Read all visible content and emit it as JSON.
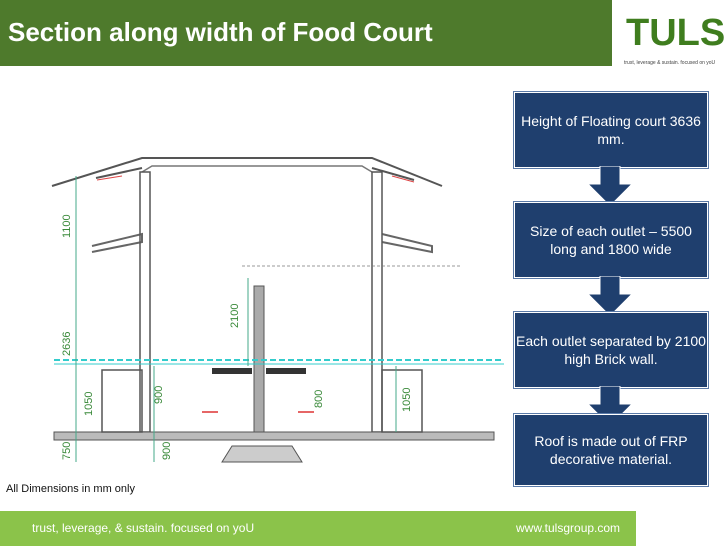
{
  "header": {
    "title": "Section along width of Food Court"
  },
  "logo": {
    "text": "TULS",
    "tagline": "trust, leverage & sustain. focused on yoU"
  },
  "drawing": {
    "dimensions": [
      "1100",
      "2636",
      "1050",
      "750",
      "900",
      "900",
      "2100",
      "800",
      "1050"
    ]
  },
  "flow": {
    "steps": [
      {
        "text": "Height of Floating court 3636 mm."
      },
      {
        "text": "Size of each outlet – 5500 long and 1800 wide"
      },
      {
        "text": "Each outlet separated by 2100 high Brick wall."
      },
      {
        "text": "Roof is made out of FRP decorative material."
      }
    ]
  },
  "note": "All Dimensions in mm only",
  "footer": {
    "left": "trust, leverage, & sustain. focused on yoU",
    "right": "www.tulsgroup.com"
  },
  "colors": {
    "title_bar": "#4e7a2c",
    "footer": "#8bc34a",
    "step_box": "#1f3f6e",
    "arrow": "#1f3f6e",
    "logo": "#3f7d1e"
  }
}
